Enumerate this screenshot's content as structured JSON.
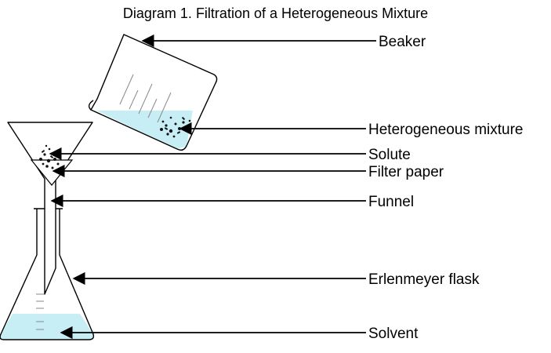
{
  "title": "Diagram 1. Filtration of a Heterogeneous Mixture",
  "labels": {
    "beaker": "Beaker",
    "mixture": "Heterogeneous mixture",
    "solute": "Solute",
    "filter_paper": "Filter paper",
    "funnel": "Funnel",
    "flask": "Erlenmeyer flask",
    "solvent": "Solvent"
  },
  "colors": {
    "liquid": "#c8eef5",
    "outline": "#000000"
  }
}
